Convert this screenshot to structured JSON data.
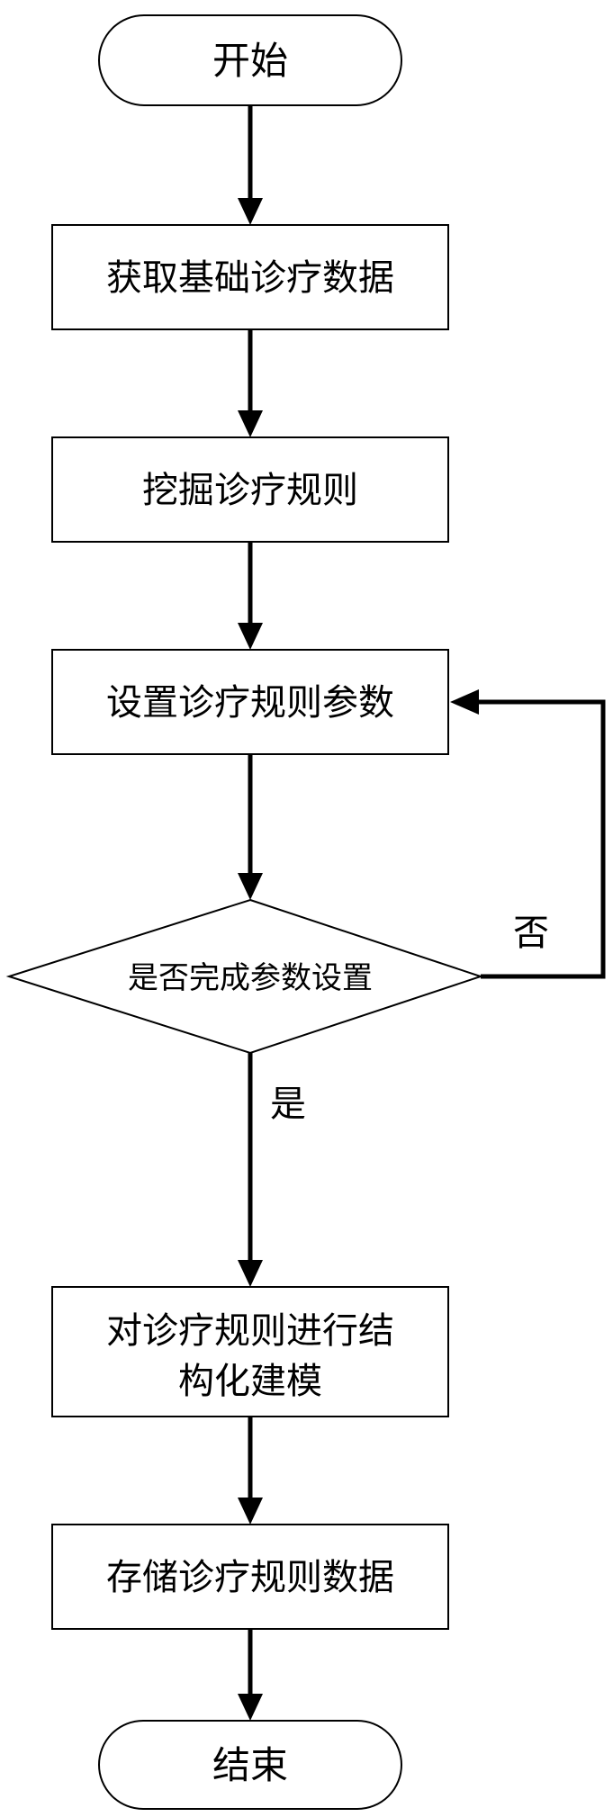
{
  "nodes": {
    "start": {
      "label": "开始"
    },
    "get_data": {
      "label": "获取基础诊疗数据"
    },
    "mine_rules": {
      "label": "挖掘诊疗规则"
    },
    "set_params": {
      "label": "设置诊疗规则参数"
    },
    "decision": {
      "label": "是否完成参数设置"
    },
    "model": {
      "label_line1": "对诊疗规则进行结",
      "label_line2": "构化建模"
    },
    "store": {
      "label": "存储诊疗规则数据"
    },
    "end": {
      "label": "结束"
    }
  },
  "edges": {
    "no_label": "否",
    "yes_label": "是"
  }
}
